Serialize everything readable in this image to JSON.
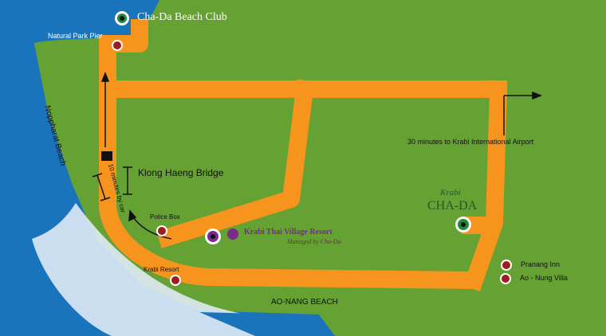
{
  "colors": {
    "sea": "#1a74bb",
    "land": "#66a133",
    "road": "#f7941d",
    "marker_red": "#9e1b20",
    "marker_green": "#1f8b3a",
    "resort_purple": "#7b2a8f"
  },
  "places": {
    "beach_club": "Cha-Da Beach Club",
    "pier": "Natural Park Pier",
    "noppharat": "Noppharat Beach",
    "bridge": "Klong Haeng Bridge",
    "drive_time": "10 minutes by car",
    "police": "Police Box",
    "resort_name": "Krabi Thai Village Resort",
    "resort_sub": "Managed by Cha-Da",
    "krabi_resort": "Krabi Resort",
    "ao_nang": "AO-NANG BEACH",
    "airport": "30 minutes to Krabi International Airport",
    "chada_script": "Krabi",
    "chada": "CHA-DA",
    "pranang": "Pranang Inn",
    "ao_nung": "Ao - Nung Villa"
  }
}
